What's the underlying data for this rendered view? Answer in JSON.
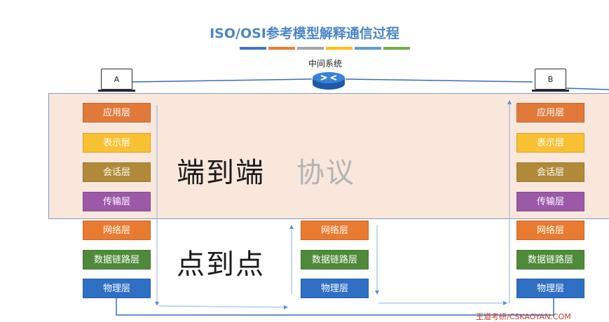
{
  "title": "ISO/OSI参考模型解释通信过程",
  "title_bar_colors": [
    "#4472c4",
    "#ed7d31",
    "#a5a5a5",
    "#ffc000",
    "#5b9bd5",
    "#70ad47"
  ],
  "hosts": {
    "a_label": "A",
    "b_label": "B"
  },
  "router_label": "中间系统",
  "end_to_end": {
    "primary": "端到端",
    "secondary": "协议"
  },
  "point_to_point": "点到点",
  "layers": {
    "application": "应用层",
    "presentation": "表示层",
    "session": "会话层",
    "transport": "传输层",
    "network": "网络层",
    "data_link": "数据链路层",
    "physical": "物理层"
  },
  "layer_colors": {
    "application": "#e0793a",
    "presentation": "#f8c133",
    "session": "#b08a38",
    "transport": "#9b59a8",
    "network": "#e87b2f",
    "data_link": "#4f8a3a",
    "physical": "#2f6fc4"
  },
  "watermark": "王道考研/CSKAOYAN.COM"
}
